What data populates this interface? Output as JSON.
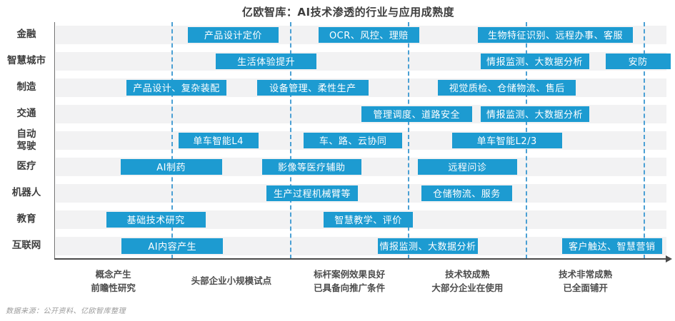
{
  "page": {
    "title": "亿欧智库：AI技术渗透的行业与应用成熟度",
    "source_note": "数据来源：公开资料、亿欧智库整理"
  },
  "colors": {
    "bar": "#1d9bd1",
    "stripe": "#f2f2f3",
    "divider": "#4ba0d4",
    "y_axis": "#6e6e6e",
    "x_axis": "#4a4a4a",
    "label_text": "#3d3d3d",
    "bar_text": "#ffffff"
  },
  "chart_data": {
    "type": "bar",
    "variant": "horizontal-gantt-matrix",
    "title": "亿欧智库：AI技术渗透的行业与应用成熟度",
    "xlabel": "",
    "ylabel": "",
    "grid": "dashed vertical stage dividers",
    "legend": "none",
    "x_axis": {
      "range": [
        0,
        5.2
      ],
      "stages": [
        "概念产生\n前瞻性研究",
        "头部企业小规模试点",
        "标杆案例效果良好\n已具备向推广条件",
        "技术较成熟\n大部分企业在使用",
        "技术非常成熟\n已全面铺开"
      ]
    },
    "rows": [
      {
        "industry": "金融",
        "bars": [
          {
            "label": "产品设计定价",
            "start": 1.13,
            "end": 1.9
          },
          {
            "label": "OCR、风控、理赔",
            "start": 2.24,
            "end": 3.09
          },
          {
            "label": "生物特征识别、远程办事、客服",
            "start": 3.59,
            "end": 4.9
          }
        ]
      },
      {
        "industry": "智慧城市",
        "bars": [
          {
            "label": "生活体验提升",
            "start": 1.37,
            "end": 2.22
          },
          {
            "label": "情报监测、大数据分析",
            "start": 3.61,
            "end": 4.53
          },
          {
            "label": "安防",
            "start": 4.67,
            "end": 5.22
          }
        ]
      },
      {
        "industry": "制造",
        "bars": [
          {
            "label": "产品设计、复杂装配",
            "start": 0.61,
            "end": 1.46
          },
          {
            "label": "设备管理、柔性生产",
            "start": 1.72,
            "end": 2.66
          },
          {
            "label": "视觉质检、仓储物流、售后",
            "start": 3.25,
            "end": 4.42
          }
        ]
      },
      {
        "industry": "交通",
        "bars": [
          {
            "label": "管理调度、道路安全",
            "start": 2.6,
            "end": 3.54
          },
          {
            "label": "情报监测、大数据分析",
            "start": 3.61,
            "end": 4.53
          }
        ]
      },
      {
        "industry": "自动\n驾驶",
        "bars": [
          {
            "label": "单车智能L4",
            "start": 1.05,
            "end": 1.73
          },
          {
            "label": "车、路、云协同",
            "start": 2.11,
            "end": 2.95
          },
          {
            "label": "单车智能L2/3",
            "start": 3.37,
            "end": 4.3
          }
        ]
      },
      {
        "industry": "医疗",
        "bars": [
          {
            "label": "AI制药",
            "start": 0.56,
            "end": 1.42
          },
          {
            "label": "影像等医疗辅助",
            "start": 1.76,
            "end": 2.6
          },
          {
            "label": "远程问诊",
            "start": 3.08,
            "end": 3.92
          }
        ]
      },
      {
        "industry": "机器人",
        "bars": [
          {
            "label": "生产过程机械臂等",
            "start": 1.8,
            "end": 2.57
          },
          {
            "label": "仓储物流、服务",
            "start": 3.11,
            "end": 3.88
          }
        ]
      },
      {
        "industry": "教育",
        "bars": [
          {
            "label": "基础技术研究",
            "start": 0.44,
            "end": 1.28
          },
          {
            "label": "智慧教学、评价",
            "start": 2.28,
            "end": 3.04
          }
        ]
      },
      {
        "industry": "互联网",
        "bars": [
          {
            "label": "AI内容产生",
            "start": 0.57,
            "end": 1.43
          },
          {
            "label": "情报监测、大数据分析",
            "start": 2.74,
            "end": 3.59
          },
          {
            "label": "客户触达、智慧营销",
            "start": 4.3,
            "end": 5.15
          }
        ]
      }
    ]
  }
}
